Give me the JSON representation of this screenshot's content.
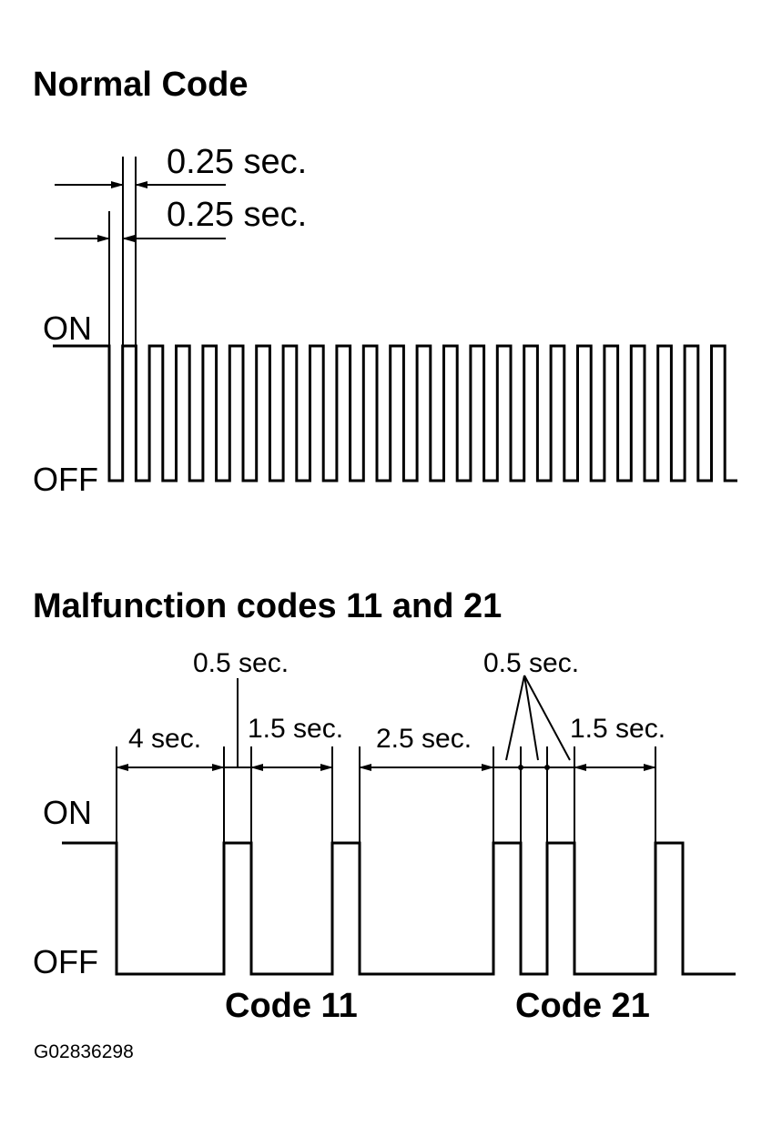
{
  "normal": {
    "title": "Normal Code",
    "on_label": "ON",
    "off_label": "OFF",
    "dim_top": "0.25 sec.",
    "dim_bottom": "0.25 sec."
  },
  "malfunction": {
    "title": "Malfunction codes 11 and 21",
    "on_label": "ON",
    "off_label": "OFF",
    "dim_4": "4 sec.",
    "dim_05_a": "0.5 sec.",
    "dim_15_a": "1.5 sec.",
    "dim_25": "2.5 sec.",
    "dim_05_b": "0.5 sec.",
    "dim_15_b": "1.5 sec.",
    "code11_label": "Code 11",
    "code21_label": "Code 21"
  },
  "figure_id": "G02836298"
}
